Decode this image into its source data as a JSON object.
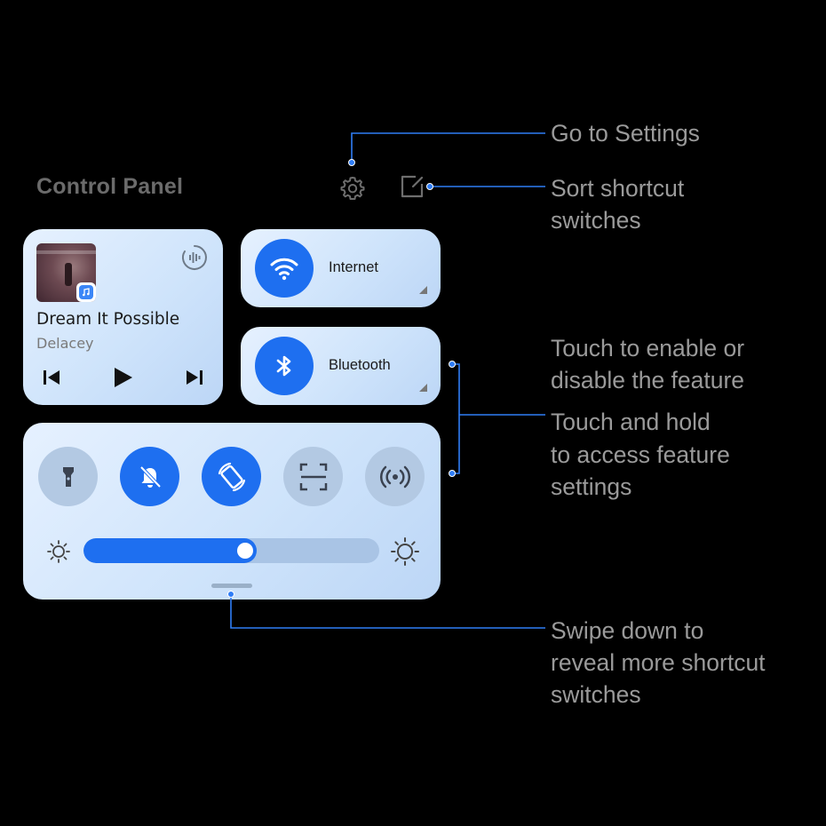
{
  "header": {
    "title": "Control Panel",
    "settings_icon": "gear-icon",
    "edit_icon": "edit-icon"
  },
  "media": {
    "song_title": "Dream It Possible",
    "artist": "Delacey",
    "album_art": "album-art-image",
    "app_badge": "music-app-icon",
    "audio_output_icon": "audio-output-icon",
    "prev_icon": "skip-previous-icon",
    "play_icon": "play-icon",
    "next_icon": "skip-next-icon"
  },
  "tiles": [
    {
      "label": "Internet",
      "icon": "wifi-icon",
      "active": true
    },
    {
      "label": "Bluetooth",
      "icon": "bluetooth-icon",
      "active": true
    }
  ],
  "shortcuts": [
    {
      "icon": "flashlight-icon",
      "active": false
    },
    {
      "icon": "bell-muted-icon",
      "active": true
    },
    {
      "icon": "auto-rotate-icon",
      "active": true
    },
    {
      "icon": "scan-icon",
      "active": false
    },
    {
      "icon": "hotspot-icon",
      "active": false
    }
  ],
  "brightness": {
    "level": 0.56,
    "min_icon": "brightness-low-icon",
    "max_icon": "brightness-high-icon"
  },
  "callouts": {
    "settings": "Go to Settings",
    "sort_line1": "Sort shortcut",
    "sort_line2": "switches",
    "touch_line1": "Touch to enable or",
    "touch_line2": "disable the feature",
    "hold_line1": "Touch and hold",
    "hold_line2": "to access feature",
    "hold_line3": "settings",
    "swipe_line1": "Swipe down to",
    "swipe_line2": "reveal more shortcut",
    "swipe_line3": "switches"
  },
  "colors": {
    "accent": "#1e6ff0",
    "callout_line": "#2f7df6",
    "callout_text": "#9a9a9a",
    "background": "#000000"
  }
}
